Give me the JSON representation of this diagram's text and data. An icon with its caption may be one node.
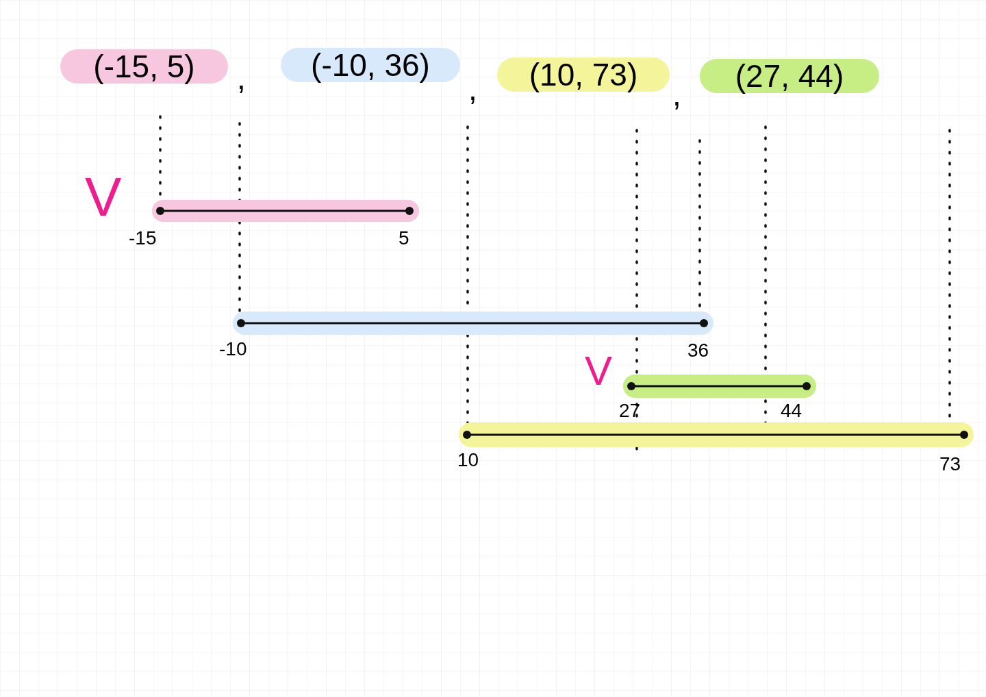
{
  "diagram": {
    "nodes": [
      {
        "text": [
          "(-15, 5)"
        ]
      },
      {
        "text": [
          "(-10, 36)"
        ]
      },
      {
        "text": [
          "(10, 73)"
        ]
      },
      {
        "text": [
          "(27, 44)"
        ]
      },
      {
        "text": [],
        "shape": "bar",
        "beside": [
          "-15",
          "5"
        ]
      },
      {
        "text": [],
        "shape": "bar",
        "beside": [
          "-10",
          "36"
        ]
      },
      {
        "text": [],
        "shape": "bar",
        "beside": [
          "27",
          "44"
        ]
      },
      {
        "text": [],
        "shape": "bar",
        "beside": [
          "10",
          "73"
        ]
      }
    ],
    "labels": [
      ",",
      ",",
      ",",
      "V",
      "V"
    ]
  }
}
